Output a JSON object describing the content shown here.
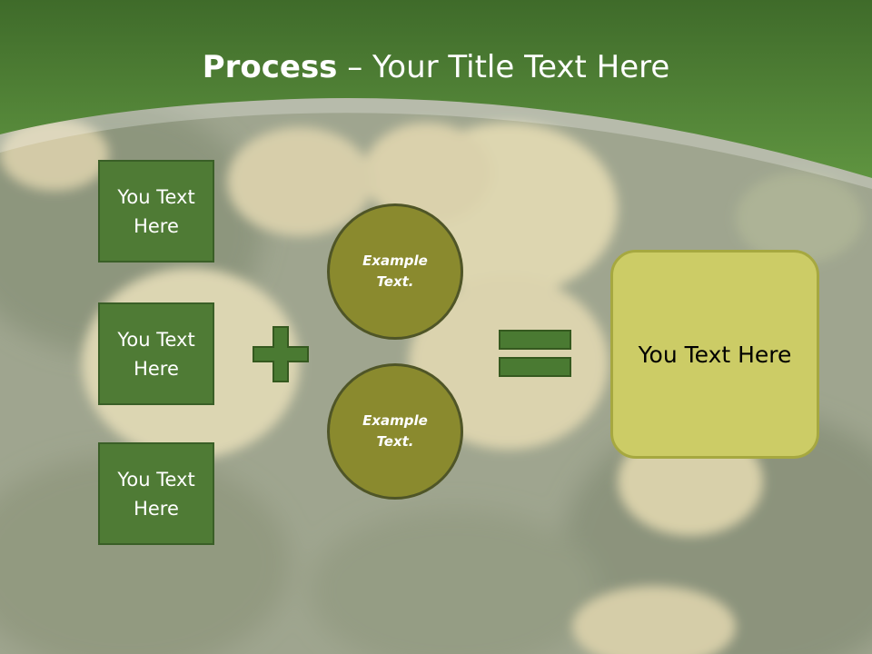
{
  "slide": {
    "title_bold": "Process",
    "title_rest": " – Your Title Text Here",
    "inputs": [
      {
        "label": "You Text Here"
      },
      {
        "label": "You Text Here"
      },
      {
        "label": "You Text Here"
      }
    ],
    "circles": [
      {
        "label": "Example Text."
      },
      {
        "label": "Example Text."
      }
    ],
    "result": {
      "label": "You Text Here"
    }
  },
  "colors": {
    "header_green": "#5a8c3a",
    "box_green": "#4f7b35",
    "circle_olive": "#8a8a2e",
    "result_yellow": "#cccc66",
    "operator_green": "#4a7a32"
  },
  "icons": [
    "plus-sign",
    "equals-sign"
  ]
}
